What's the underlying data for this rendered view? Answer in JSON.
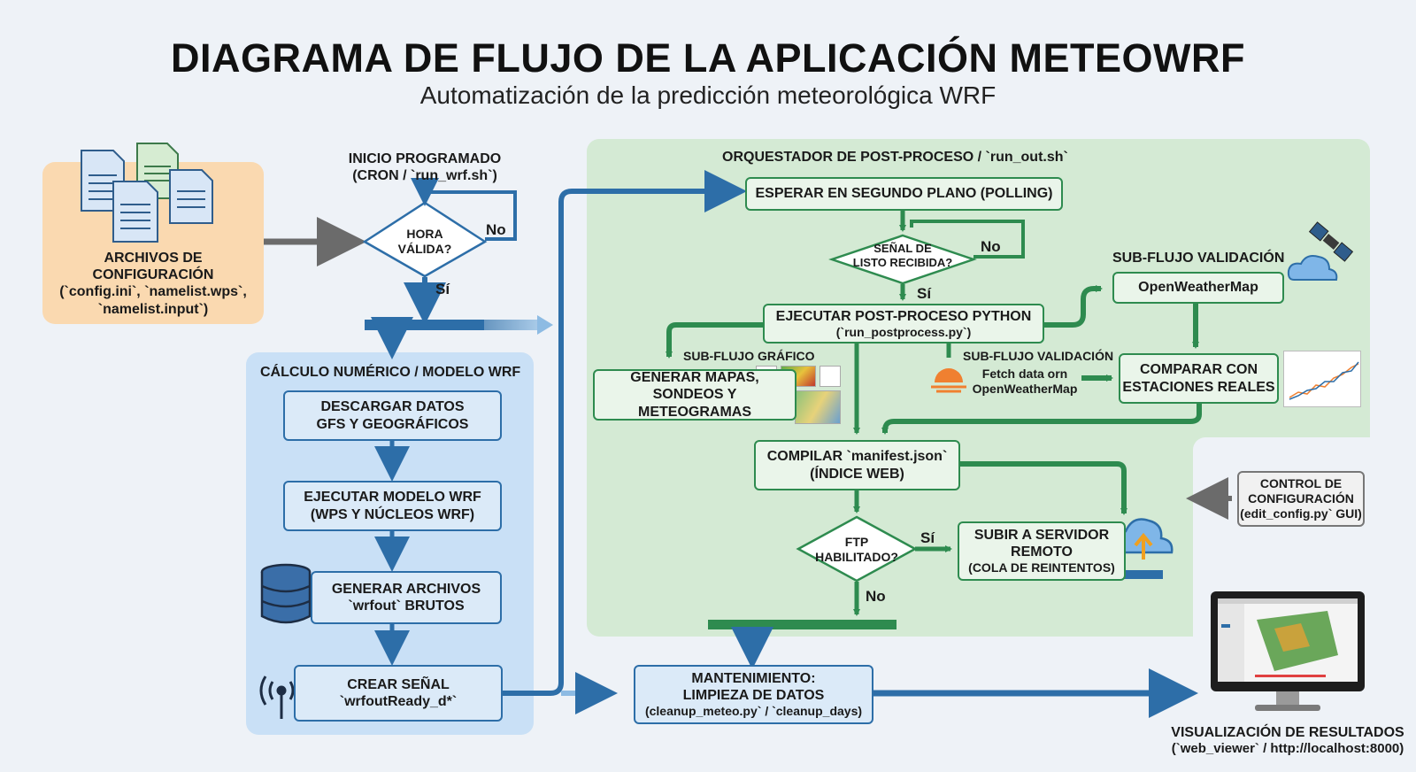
{
  "header": {
    "title": "DIAGRAMA DE FLUJO DE LA APLICACIÓN METEOWRF",
    "subtitle": "Automatización de la predicción meteorológica WRF"
  },
  "config": {
    "label_line1": "ARCHIVOS DE",
    "label_line2": "CONFIGURACIÓN",
    "label_line3": "(`config.ini`, `namelist.wps`,",
    "label_line4": "`namelist.input`)"
  },
  "start": {
    "label_line1": "INICIO PROGRAMADO",
    "label_line2": "(CRON / `run_wrf.sh`)",
    "decision_line1": "HORA",
    "decision_line2": "VÁLIDA?",
    "no_label": "No",
    "yes_label": "Sí"
  },
  "wrf_section": {
    "title": "CÁLCULO NUMÉRICO / MODELO WRF",
    "step1_line1": "DESCARGAR DATOS",
    "step1_line2": "GFS Y GEOGRÁFICOS",
    "step2_line1": "EJECUTAR MODELO WRF",
    "step2_line2": "(WPS Y NÚCLEOS WRF)",
    "step3_line1": "GENERAR ARCHIVOS",
    "step3_line2": "`wrfout` BRUTOS",
    "step4_line1": "CREAR SEÑAL",
    "step4_line2": "`wrfoutReady_d*`"
  },
  "post_section": {
    "title": "ORQUESTADOR DE POST-PROCESO / `run_out.sh`",
    "polling": "ESPERAR EN SEGUNDO PLANO (POLLING)",
    "signal_line1": "SEÑAL DE",
    "signal_line2": "LISTO RECIBIDA?",
    "no_label": "No",
    "yes_label": "Sí",
    "run_py_line1": "EJECUTAR POST-PROCESO PYTHON",
    "run_py_line2": "(`run_postprocess.py`)",
    "graphic_subflow": "SUB-FLUJO GRÁFICO",
    "maps_line1": "GENERAR MAPAS,",
    "maps_line2": "SONDEOS Y METEOGRAMAS",
    "validation_subflow_top": "SUB-FLUJO VALIDACIÓN",
    "openweather": "OpenWeatherMap",
    "validation_subflow_mid": "SUB-FLUJO VALIDACIÓN",
    "fetch_line1": "Fetch data orn",
    "fetch_line2": "OpenWeatherMap",
    "compare_line1": "COMPARAR CON",
    "compare_line2": "ESTACIONES REALES",
    "manifest_line1": "COMPILAR `manifest.json`",
    "manifest_line2": "(ÍNDICE WEB)",
    "ftp_line1": "FTP",
    "ftp_line2": "HABILITADO?",
    "ftp_yes": "Sí",
    "ftp_no": "No",
    "upload_line1": "SUBIR A SERVIDOR",
    "upload_line2": "REMOTO",
    "upload_line3": "(COLA DE REINTENTOS)"
  },
  "control": {
    "line1": "CONTROL DE",
    "line2": "CONFIGURACIÓN",
    "line3": "(edit_config.py` GUI)"
  },
  "maintenance": {
    "line1": "MANTENIMIENTO:",
    "line2": "LIMPIEZA DE DATOS",
    "line3": "(cleanup_meteo.py` / `cleanup_days)"
  },
  "results": {
    "line1": "VISUALIZACIÓN DE RESULTADOS",
    "line2": "(`web_viewer` / http://localhost:8000)"
  },
  "colors": {
    "green": "#2e8b4f",
    "blue": "#2d6ea8",
    "orange_panel": "#fad9b0",
    "blue_panel": "#c9e0f6",
    "green_panel": "#d4ead4",
    "gray_arrow": "#6b6b6b"
  },
  "icons": [
    "documents-icon",
    "satellite-icon",
    "cloud-icon",
    "database-icon",
    "antenna-icon",
    "sunset-icon",
    "cloud-upload-icon",
    "monitor-icon"
  ]
}
